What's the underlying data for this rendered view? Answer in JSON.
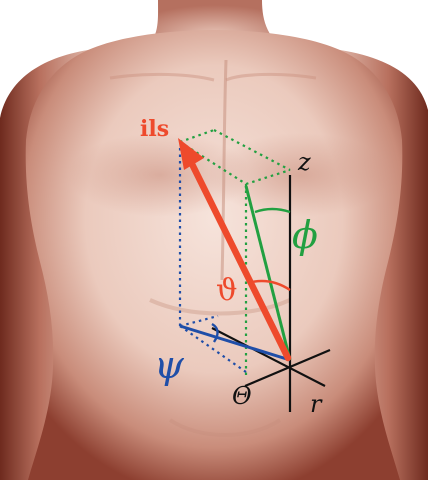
{
  "figure": {
    "vector_label": "ils",
    "axes": {
      "z": "z",
      "r": "r",
      "theta_upper": "Θ"
    },
    "angles": {
      "phi": "ϕ",
      "vartheta": "ϑ",
      "psi": "ψ"
    }
  },
  "colors": {
    "background": "#ffffff",
    "skin_light": "#f3ddd4",
    "skin_mid": "#d9aea0",
    "skin_shadow": "#a05a48",
    "skin_dark": "#6e2a1e",
    "vector": "#ee4a2c",
    "green": "#22a041",
    "blue": "#1f4ea8",
    "axis": "#111111"
  }
}
